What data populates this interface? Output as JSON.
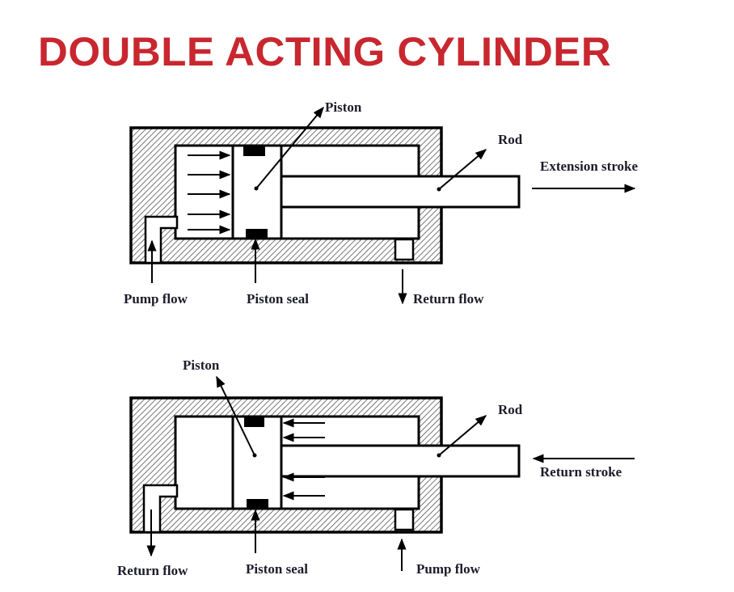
{
  "title": "DOUBLE ACTING CYLINDER",
  "colors": {
    "title": "#c8272f",
    "stroke": "#000000",
    "hatch": "#555555",
    "label": "#1c1c2a"
  },
  "diagrams": [
    {
      "id": "extension",
      "labels": {
        "piston": "Piston",
        "rod": "Rod",
        "stroke": "Extension stroke",
        "pump_flow": "Pump flow",
        "piston_seal": "Piston seal",
        "return_flow": "Return flow"
      }
    },
    {
      "id": "return",
      "labels": {
        "piston": "Piston",
        "rod": "Rod",
        "stroke": "Return stroke",
        "return_flow": "Return flow",
        "piston_seal": "Piston seal",
        "pump_flow": "Pump flow"
      }
    }
  ]
}
